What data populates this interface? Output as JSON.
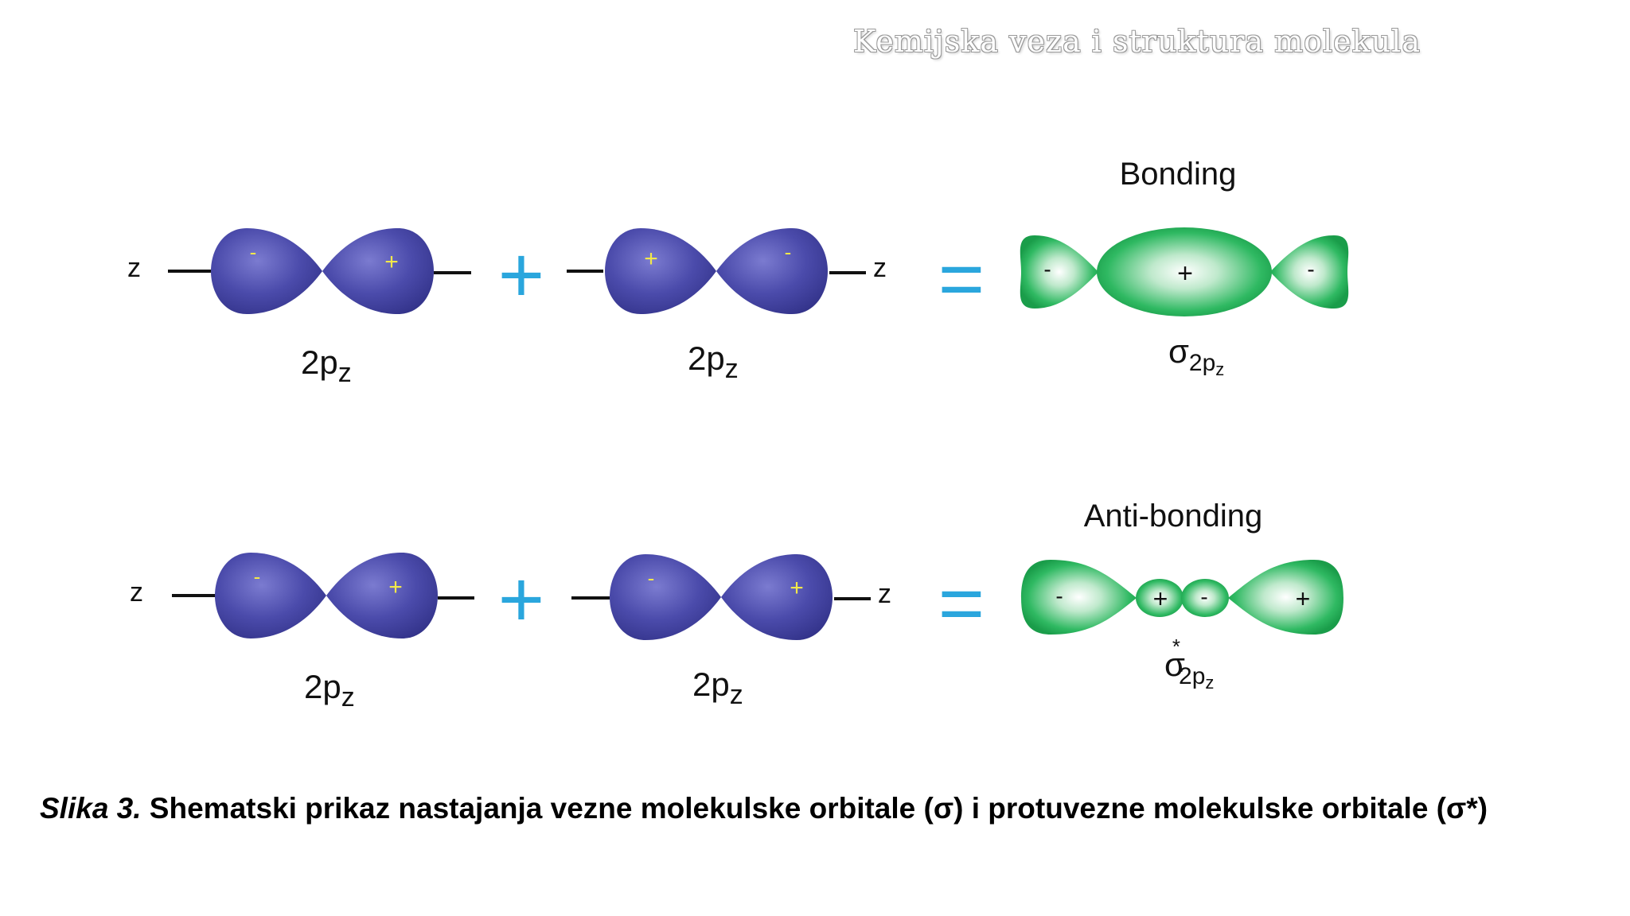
{
  "header": {
    "title": "Kemijska veza i struktura molekula"
  },
  "colors": {
    "atomic_orbital": "#4a4aaa",
    "molecular_orbital": "#1fae55",
    "operator": "#2aa6dd",
    "sign_on_atomic": "#f2e84a"
  },
  "bonding_row": {
    "title": "Bonding",
    "axis_left": "z",
    "axis_right": "z",
    "left_orbital": {
      "label": "2p",
      "subscript": "z",
      "lobe_signs": [
        "-",
        "+"
      ]
    },
    "plus_symbol": "+",
    "right_orbital": {
      "label": "2p",
      "subscript": "z",
      "lobe_signs": [
        "+",
        "-"
      ]
    },
    "equals_symbol": "=",
    "result": {
      "symbol": "σ",
      "subscript": "2p",
      "sub_subscript": "z",
      "lobe_signs": [
        "-",
        "+",
        "-"
      ]
    }
  },
  "antibonding_row": {
    "title": "Anti-bonding",
    "axis_left": "z",
    "axis_right": "z",
    "left_orbital": {
      "label": "2p",
      "subscript": "z",
      "lobe_signs": [
        "-",
        "+"
      ]
    },
    "plus_symbol": "+",
    "right_orbital": {
      "label": "2p",
      "subscript": "z",
      "lobe_signs": [
        "-",
        "+"
      ]
    },
    "equals_symbol": "=",
    "result": {
      "symbol": "σ",
      "star": "*",
      "subscript": "2p",
      "sub_subscript": "z",
      "lobe_signs": [
        "-",
        "+",
        "-",
        "+"
      ]
    }
  },
  "caption": {
    "figure_label": "Slika 3.",
    "text": " Shematski prikaz nastajanja vezne molekulske orbitale (σ) i protuvezne molekulske orbitale (σ*)"
  }
}
